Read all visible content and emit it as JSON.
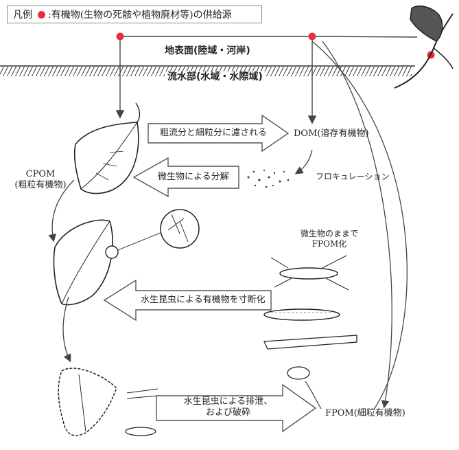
{
  "legend": {
    "prefix": "凡例",
    "text": ":有機物(生物の死骸や植物廃材等)の供給源",
    "marker_color": "#e8303a"
  },
  "zones": {
    "surface": "地表面(陸域・河岸)",
    "stream": "流水部(水域・水際域)"
  },
  "arrows": {
    "filtration": "粗流分と細粒分に濾される",
    "microbial_decomposition": "微生物による分解",
    "insect_shredding": "水生昆虫による有機物を寸断化",
    "insect_excretion_line1": "水生昆虫による排泄、",
    "insect_excretion_line2": "および破砕"
  },
  "nodes": {
    "dom": "DOM(溶存有機物)",
    "cpom_line1": "CPOM",
    "cpom_line2": "(粗粒有機物)",
    "flocculation": "フロキュレーション",
    "microbe_fpom_line1": "微生物のままで",
    "microbe_fpom_line2": "FPOM化",
    "fpom": "FPOM(細粒有機物)"
  }
}
